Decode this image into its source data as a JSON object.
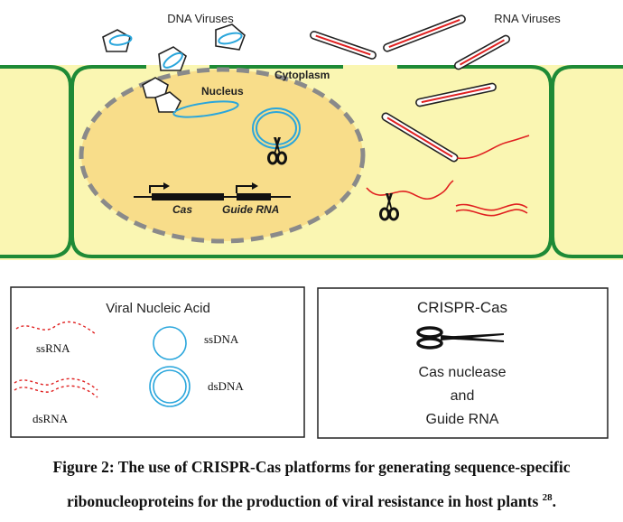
{
  "labels": {
    "dna_viruses": "DNA Viruses",
    "rna_viruses": "RNA Viruses",
    "cytoplasm": "Cytoplasm",
    "nucleus": "Nucleus",
    "cas_gene": "Cas",
    "guide_rna_gene": "Guide RNA"
  },
  "legend_viral": {
    "title": "Viral Nucleic Acid",
    "ssrna": "ssRNA",
    "ssdna": "ssDNA",
    "dsrna": "dsRNA",
    "dsdna": "dsDNA"
  },
  "legend_crispr": {
    "title": "CRISPR-Cas",
    "line1": "Cas nuclease",
    "line2": "and",
    "line3": "Guide RNA"
  },
  "caption": {
    "line1": "Figure 2: The use of CRISPR-Cas platforms for generating sequence-specific",
    "line2": "ribonucleoproteins for the production of viral resistance in host plants ",
    "ref": "28",
    "end": "."
  },
  "colors": {
    "cell_fill": "#faf6b2",
    "cell_wall": "#1e8a36",
    "nucleus_fill": "#f8dd8a",
    "nucleus_border": "#8a8a8a",
    "dna_blue": "#2aa6dc",
    "rna_red": "#e02020"
  }
}
